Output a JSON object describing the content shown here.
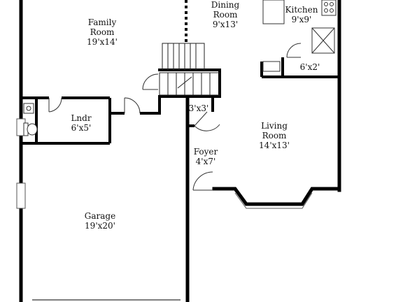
{
  "rooms": {
    "family_room": {
      "name_line1": "Family",
      "name_line2": "Room",
      "size": "19'x14'"
    },
    "dining_room": {
      "name_line1": "Dining",
      "name_line2": "Room",
      "size": "9'x13'"
    },
    "kitchen": {
      "name": "Kitchen",
      "size": "9'x9'"
    },
    "pantry": {
      "size": "6'x2'"
    },
    "laundry": {
      "name": "Lndr",
      "size": "6'x5'"
    },
    "closet": {
      "size": "3'x3'"
    },
    "living_room": {
      "name_line1": "Living",
      "name_line2": "Room",
      "size": "14'x13'"
    },
    "foyer": {
      "name": "Foyer",
      "size": "4'x7'"
    },
    "garage": {
      "name": "Garage",
      "size": "19'x20'"
    }
  },
  "colors": {
    "wall": "#000000",
    "fixture": "#333333",
    "background": "#ffffff"
  }
}
